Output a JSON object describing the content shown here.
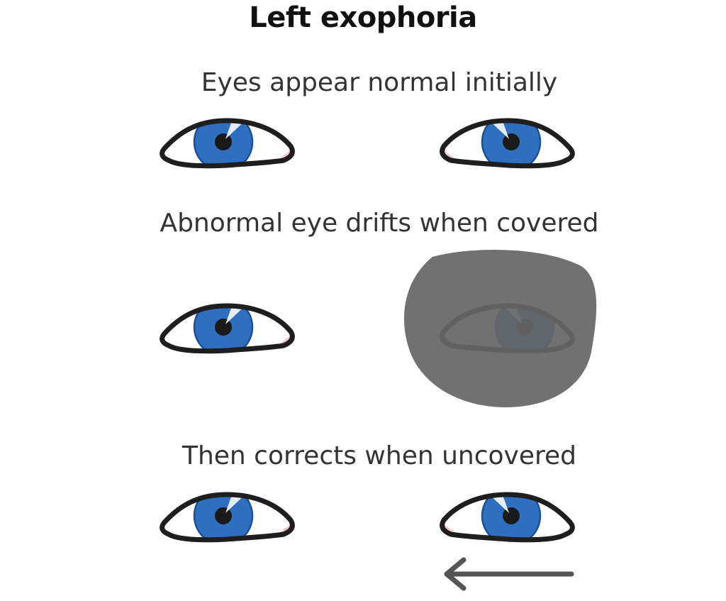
{
  "title": "Left exophoria",
  "steps": [
    {
      "caption": "Eyes appear normal initially"
    },
    {
      "caption": "Abnormal eye drifts when covered"
    },
    {
      "caption": "Then corrects when uncovered"
    }
  ],
  "colors": {
    "iris": "#2f6fc0",
    "iris_edge": "#1d4f96",
    "pupil": "#1a1a1a",
    "outline": "#1e1e1e",
    "caruncle": "#f4c6c6",
    "cover": "#666666",
    "arrow": "#555555",
    "caption_text": "#333333",
    "title_text": "#111111"
  },
  "icons": {
    "eye": "eye-icon",
    "cover": "eye-cover-occluder",
    "arrow": "arrow-left-icon"
  }
}
